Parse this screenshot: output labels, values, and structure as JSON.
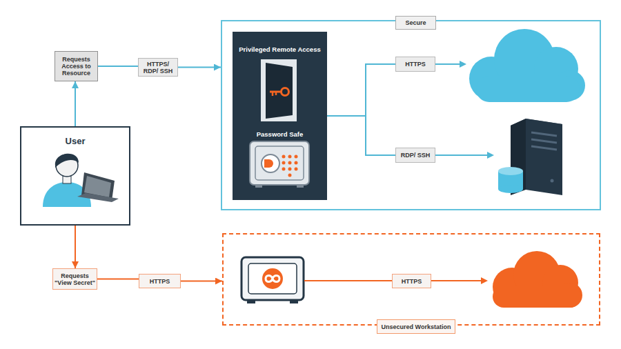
{
  "diagram": {
    "nodes": [
      {
        "text": [
          "Secure"
        ]
      },
      {
        "text": [
          "Requests Access to Resource"
        ]
      },
      {
        "text": [
          "HTTPS/ RDP/ SSH"
        ]
      },
      {
        "text": [
          "Privileged Remote Access",
          "Password Safe"
        ],
        "in": 0
      },
      {
        "text": [
          "HTTPS"
        ],
        "in": 0
      },
      {
        "text": [
          "RDP/ SSH"
        ],
        "in": 0
      },
      {
        "text": [
          "User"
        ]
      },
      {
        "text": [
          "Requests \"View Secret\""
        ]
      },
      {
        "text": [
          "HTTPS"
        ]
      },
      {
        "text": [
          "Unsecured Workstation"
        ]
      },
      {
        "text": [
          "HTTPS"
        ],
        "in": 9
      }
    ],
    "edges": [
      {
        "from": 6,
        "to": 1,
        "arrow": "to"
      },
      {
        "from": 1,
        "to": 2,
        "arrow": "none"
      },
      {
        "from": 2,
        "to": 0,
        "arrow": "to"
      },
      {
        "from": 3,
        "to": 4,
        "arrow": "none"
      },
      {
        "from": 3,
        "to": 5,
        "arrow": "none"
      },
      {
        "from": 6,
        "to": 7,
        "arrow": "to"
      },
      {
        "from": 7,
        "to": 8,
        "arrow": "none"
      },
      {
        "from": 8,
        "to": 9,
        "arrow": "to"
      }
    ]
  }
}
